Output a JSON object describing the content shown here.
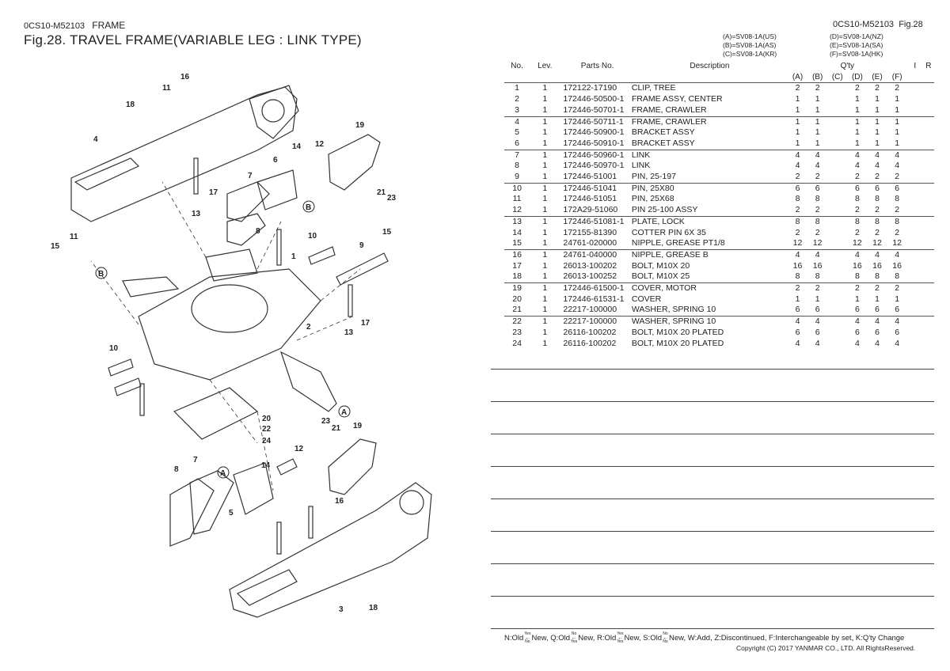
{
  "header": {
    "doc_code_left": "0CS10-M52103",
    "section": "FRAME",
    "doc_code_right": "0CS10-M52103",
    "fig_ref": "Fig.28",
    "title": "Fig.28.  TRAVEL FRAME(VARIABLE LEG : LINK TYPE)"
  },
  "models": {
    "left": [
      "(A)=SV08-1A(US)",
      "(B)=SV08-1A(AS)",
      "(C)=SV08-1A(KR)"
    ],
    "right": [
      "(D)=SV08-1A(NZ)",
      "(E)=SV08-1A(SA)",
      "(F)=SV08-1A(HK)"
    ]
  },
  "table": {
    "headers": {
      "no": "No.",
      "lev": "Lev.",
      "part": "Parts No.",
      "desc": "Description",
      "qty": "Q'ty",
      "i": "I",
      "r": "R",
      "cols": [
        "(A)",
        "(B)",
        "(C)",
        "(D)",
        "(E)",
        "(F)"
      ]
    },
    "rows": [
      {
        "no": "1",
        "lev": "1",
        "part": "172122-17190",
        "desc": "CLIP, TREE",
        "q": [
          "2",
          "2",
          "",
          "2",
          "2",
          "2"
        ]
      },
      {
        "no": "2",
        "lev": "1",
        "part": "172446-50500-1",
        "desc": "FRAME ASSY, CENTER",
        "q": [
          "1",
          "1",
          "",
          "1",
          "1",
          "1"
        ]
      },
      {
        "no": "3",
        "lev": "1",
        "part": "172446-50701-1",
        "desc": "FRAME, CRAWLER",
        "q": [
          "1",
          "1",
          "",
          "1",
          "1",
          "1"
        ]
      },
      {
        "no": "4",
        "lev": "1",
        "part": "172446-50711-1",
        "desc": "FRAME, CRAWLER",
        "q": [
          "1",
          "1",
          "",
          "1",
          "1",
          "1"
        ]
      },
      {
        "no": "5",
        "lev": "1",
        "part": "172446-50900-1",
        "desc": "BRACKET ASSY",
        "q": [
          "1",
          "1",
          "",
          "1",
          "1",
          "1"
        ]
      },
      {
        "no": "6",
        "lev": "1",
        "part": "172446-50910-1",
        "desc": "BRACKET ASSY",
        "q": [
          "1",
          "1",
          "",
          "1",
          "1",
          "1"
        ]
      },
      {
        "no": "7",
        "lev": "1",
        "part": "172446-50960-1",
        "desc": "LINK",
        "q": [
          "4",
          "4",
          "",
          "4",
          "4",
          "4"
        ]
      },
      {
        "no": "8",
        "lev": "1",
        "part": "172446-50970-1",
        "desc": "LINK",
        "q": [
          "4",
          "4",
          "",
          "4",
          "4",
          "4"
        ]
      },
      {
        "no": "9",
        "lev": "1",
        "part": "172446-51001",
        "desc": "PIN,  25-197",
        "q": [
          "2",
          "2",
          "",
          "2",
          "2",
          "2"
        ]
      },
      {
        "no": "10",
        "lev": "1",
        "part": "172446-51041",
        "desc": "PIN, 25X80",
        "q": [
          "6",
          "6",
          "",
          "6",
          "6",
          "6"
        ]
      },
      {
        "no": "11",
        "lev": "1",
        "part": "172446-51051",
        "desc": "PIN, 25X68",
        "q": [
          "8",
          "8",
          "",
          "8",
          "8",
          "8"
        ]
      },
      {
        "no": "12",
        "lev": "1",
        "part": "172A29-51060",
        "desc": "PIN 25-100 ASSY",
        "q": [
          "2",
          "2",
          "",
          "2",
          "2",
          "2"
        ]
      },
      {
        "no": "13",
        "lev": "1",
        "part": "172446-51081-1",
        "desc": "PLATE, LOCK",
        "q": [
          "8",
          "8",
          "",
          "8",
          "8",
          "8"
        ]
      },
      {
        "no": "14",
        "lev": "1",
        "part": "172155-81390",
        "desc": "COTTER PIN 6X 35",
        "q": [
          "2",
          "2",
          "",
          "2",
          "2",
          "2"
        ]
      },
      {
        "no": "15",
        "lev": "1",
        "part": "24761-020000",
        "desc": "NIPPLE, GREASE PT1/8",
        "q": [
          "12",
          "12",
          "",
          "12",
          "12",
          "12"
        ]
      },
      {
        "no": "16",
        "lev": "1",
        "part": "24761-040000",
        "desc": "NIPPLE, GREASE B",
        "q": [
          "4",
          "4",
          "",
          "4",
          "4",
          "4"
        ]
      },
      {
        "no": "17",
        "lev": "1",
        "part": "26013-100202",
        "desc": "BOLT, M10X 20",
        "q": [
          "16",
          "16",
          "",
          "16",
          "16",
          "16"
        ]
      },
      {
        "no": "18",
        "lev": "1",
        "part": "26013-100252",
        "desc": "BOLT, M10X 25",
        "q": [
          "8",
          "8",
          "",
          "8",
          "8",
          "8"
        ]
      },
      {
        "no": "19",
        "lev": "1",
        "part": "172446-61500-1",
        "desc": "COVER, MOTOR",
        "q": [
          "2",
          "2",
          "",
          "2",
          "2",
          "2"
        ]
      },
      {
        "no": "20",
        "lev": "1",
        "part": "172446-61531-1",
        "desc": "COVER",
        "q": [
          "1",
          "1",
          "",
          "1",
          "1",
          "1"
        ]
      },
      {
        "no": "21",
        "lev": "1",
        "part": "22217-100000",
        "desc": "WASHER, SPRING 10",
        "q": [
          "6",
          "6",
          "",
          "6",
          "6",
          "6"
        ]
      },
      {
        "no": "22",
        "lev": "1",
        "part": "22217-100000",
        "desc": "WASHER, SPRING 10",
        "q": [
          "4",
          "4",
          "",
          "4",
          "4",
          "4"
        ]
      },
      {
        "no": "23",
        "lev": "1",
        "part": "26116-100202",
        "desc": "BOLT, M10X 20 PLATED",
        "q": [
          "6",
          "6",
          "",
          "6",
          "6",
          "6"
        ]
      },
      {
        "no": "24",
        "lev": "1",
        "part": "26116-100202",
        "desc": "BOLT, M10X 20 PLATED",
        "q": [
          "4",
          "4",
          "",
          "4",
          "4",
          "4"
        ]
      }
    ]
  },
  "footer": {
    "legend_parts": [
      {
        "pre": "N:Old",
        "top": "Yes",
        "bot": "No",
        "post": "New, "
      },
      {
        "pre": "Q:Old",
        "top": "No",
        "bot": "Yes",
        "post": "New, "
      },
      {
        "pre": "R:Old",
        "top": "Yes",
        "bot": "Yes",
        "post": "New, "
      },
      {
        "pre": "S:Old",
        "top": "No",
        "bot": "No",
        "post": "New, W:Add, Z:Discontinued, F:Interchangeable by set, K:Q'ty Change"
      }
    ],
    "copyright": "Copyright (C) 2017 YANMAR CO., LTD. All RightsReserved."
  },
  "diagram": {
    "callouts": [
      "1",
      "2",
      "3",
      "4",
      "5",
      "6",
      "7",
      "8",
      "9",
      "10",
      "11",
      "12",
      "13",
      "14",
      "15",
      "16",
      "17",
      "18",
      "19",
      "20",
      "21",
      "22",
      "23",
      "24",
      "A",
      "B"
    ]
  }
}
